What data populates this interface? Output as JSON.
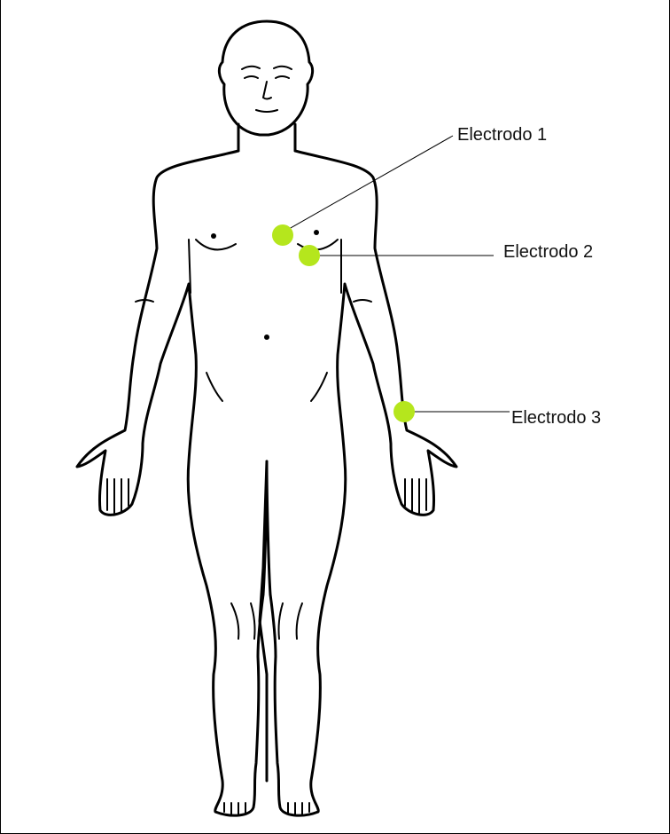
{
  "diagram": {
    "electrodes": [
      {
        "label": "Electrodo 1",
        "color": "#b5e61d"
      },
      {
        "label": "Electrodo 2",
        "color": "#b5e61d"
      },
      {
        "label": "Electrodo 3",
        "color": "#b5e61d"
      }
    ]
  }
}
